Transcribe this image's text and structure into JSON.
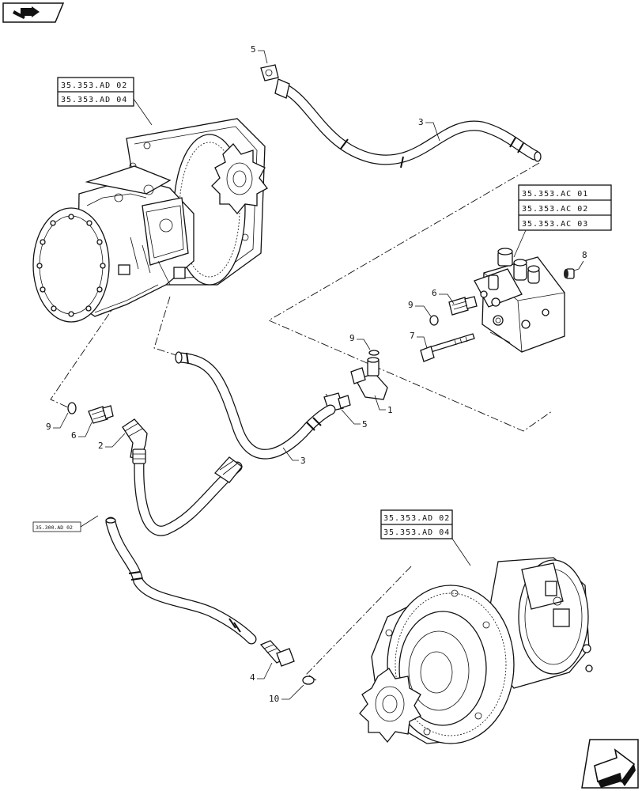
{
  "nav": {
    "top_left_icon": "book-arrow-icon",
    "bottom_right_icon": "next-page-arrow-icon"
  },
  "references": {
    "motor_top_1": "35.353.AD 02",
    "motor_top_2": "35.353.AD 04",
    "valve_1": "35.353.AC 01",
    "valve_2": "35.353.AC 02",
    "valve_3": "35.353.AC 03",
    "tank_ref": "35.300.AD 02",
    "motor_bottom_1": "35.353.AD 02",
    "motor_bottom_2": "35.353.AD 04"
  },
  "callouts": {
    "c5_top": "5",
    "c3_top": "3",
    "c8": "8",
    "c6_right": "6",
    "c9_right": "9",
    "c7": "7",
    "c9_mid": "9",
    "c1": "1",
    "c5_mid": "5",
    "c3_mid": "3",
    "c9_left": "9",
    "c6_left": "6",
    "c2": "2",
    "c4": "4",
    "c10": "10"
  }
}
